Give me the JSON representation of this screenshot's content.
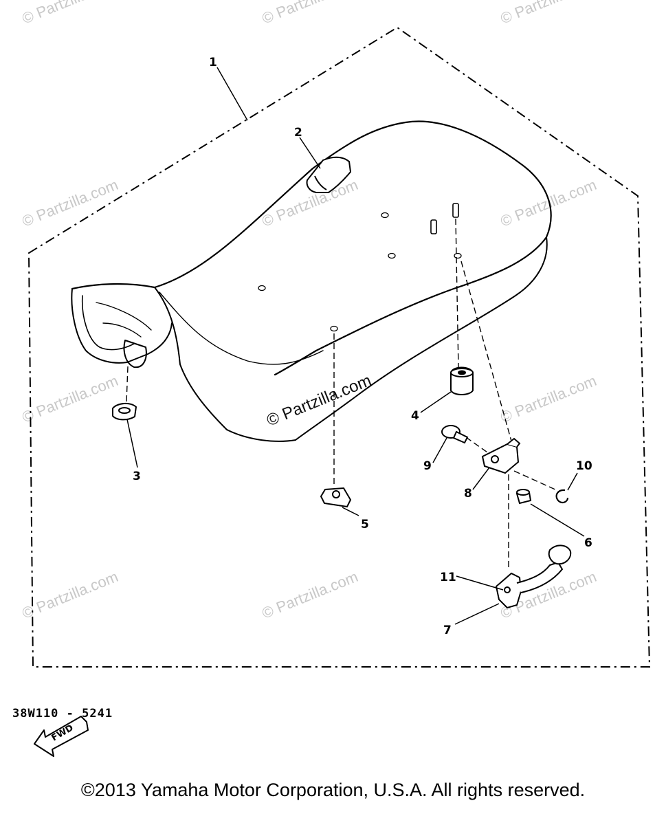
{
  "watermark": {
    "short": "© Partzilla.com",
    "center": "© Partzilla.com"
  },
  "callouts": {
    "c1": "1",
    "c2": "2",
    "c3": "3",
    "c4": "4",
    "c5": "5",
    "c6": "6",
    "c7": "7",
    "c8": "8",
    "c9": "9",
    "c10": "10",
    "c11": "11"
  },
  "fwd_label": "FWD",
  "part_code": "38W110 - 5241",
  "copyright": "©2013 Yamaha Motor Corporation, U.S.A. All rights reserved.",
  "colors": {
    "line": "#000000",
    "watermark": "#c8c8c8",
    "background": "#ffffff"
  }
}
